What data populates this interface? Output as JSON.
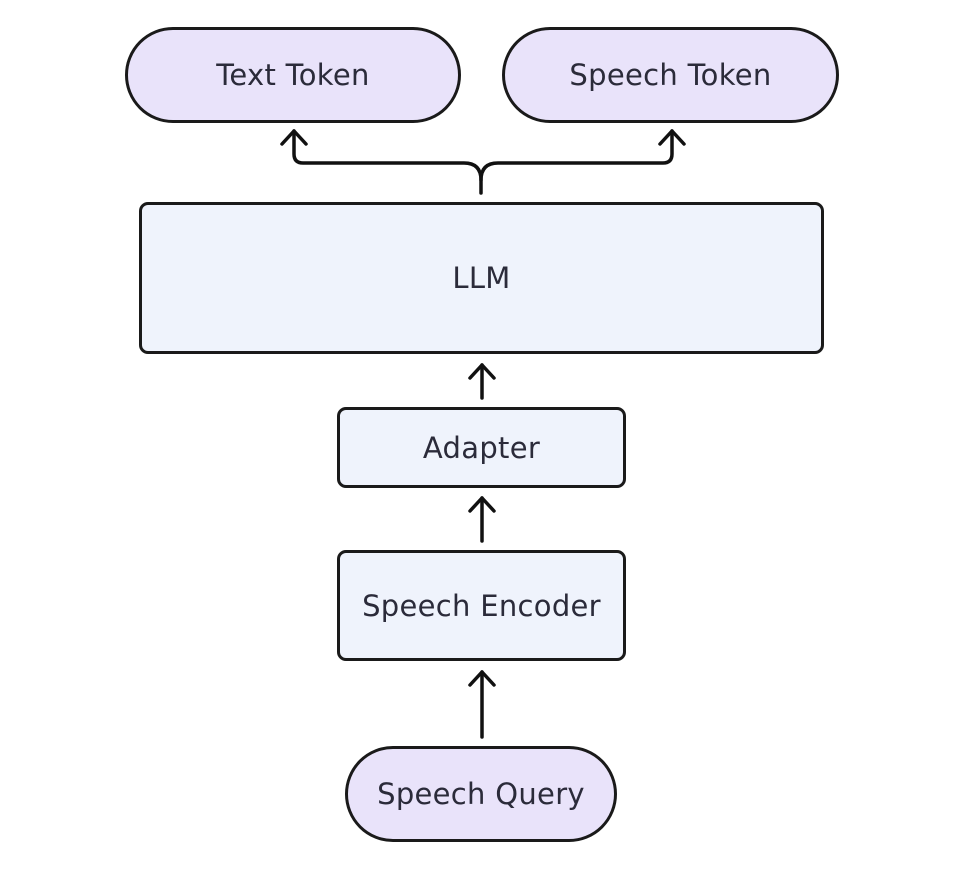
{
  "nodes": {
    "text_token": "Text Token",
    "speech_token": "Speech Token",
    "llm": "LLM",
    "adapter": "Adapter",
    "speech_encoder": "Speech Encoder",
    "speech_query": "Speech Query"
  },
  "colors": {
    "io_fill": "#e9e3fa",
    "module_fill": "#eff3fc",
    "stroke": "#1a1a1a",
    "text": "#2b2b3a"
  }
}
